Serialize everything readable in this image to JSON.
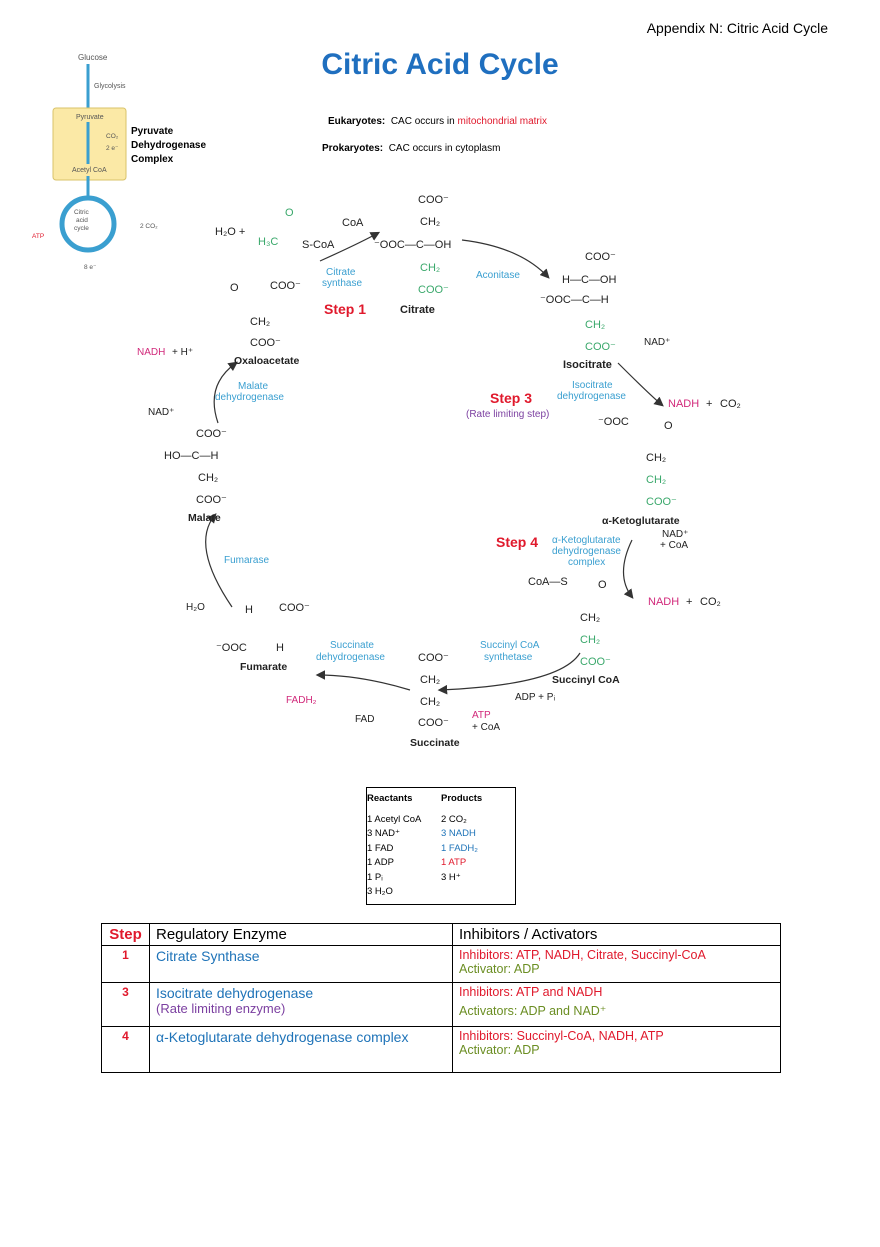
{
  "header": {
    "appendix": "Appendix N: Citric Acid Cycle",
    "title": "Citric Acid Cycle"
  },
  "location": {
    "euk_label": "Eukaryotes:",
    "euk_text": "CAC occurs in ",
    "euk_highlight": "mitochondrial matrix",
    "pro_label": "Prokaryotes:",
    "pro_text": "CAC occurs in cytoplasm"
  },
  "overview": {
    "glucose": "Glucose",
    "glycolysis": "Glycolysis",
    "pyruvate": "Pyruvate",
    "co2": "CO₂",
    "two_e": "2 e⁻",
    "acetyl_coa": "Acetyl CoA",
    "complex_label_1": "Pyruvate",
    "complex_label_2": "Dehydrogenase",
    "complex_label_3": "Complex",
    "cycle_1": "Citric",
    "cycle_2": "acid",
    "cycle_3": "cycle",
    "atp": "ATP",
    "two_co2": "2 CO₂",
    "eight_e": "8 e⁻"
  },
  "steps": {
    "step1": "Step 1",
    "step3": "Step 3",
    "step3_note": "(Rate limiting step)",
    "step4": "Step 4"
  },
  "cycle": {
    "citrate": "Citrate",
    "isocitrate": "Isocitrate",
    "akg": "α-Ketoglutarate",
    "succinyl_coa": "Succinyl CoA",
    "succinate": "Succinate",
    "fumarate": "Fumarate",
    "malate": "Malate",
    "oxaloacetate": "Oxaloacetate",
    "citrate_synthase_1": "Citrate",
    "citrate_synthase_2": "synthase",
    "aconitase": "Aconitase",
    "icdh_1": "Isocitrate",
    "icdh_2": "dehydrogenase",
    "akgdh_1": "α-Ketoglutarate",
    "akgdh_2": "dehydrogenase",
    "akgdh_3": "complex",
    "scs_1": "Succinyl CoA",
    "scs_2": "synthetase",
    "sdh_1": "Succinate",
    "sdh_2": "dehydrogenase",
    "fumarase": "Fumarase",
    "mdh_1": "Malate",
    "mdh_2": "dehydrogenase",
    "h2o_plus": "H₂O  +",
    "h3c": "H₃C",
    "scoa": "S-CoA",
    "coa": "CoA",
    "nad": "NAD⁺",
    "nadh": "NADH",
    "plus": "+",
    "co2": "CO₂",
    "plus_coa": "+  CoA",
    "adp_pi": "ADP  +  Pᵢ",
    "atp": "ATP",
    "fad": "FAD",
    "fadh2": "FADH₂",
    "h2o": "H₂O",
    "h_plus": "+  H⁺"
  },
  "summary": {
    "reactants_header": "Reactants",
    "products_header": "Products",
    "reactants": [
      "1 Acetyl CoA",
      "3 NAD⁺",
      "1 FAD",
      "1 ADP",
      "1 Pᵢ",
      "3 H₂O"
    ],
    "products": [
      "2 CO₂",
      "3 NADH",
      "1 FADH₂",
      "1 ATP",
      "3 H⁺"
    ],
    "product_colors": [
      "#000000",
      "#1e73b8",
      "#1e73b8",
      "#e0192c",
      "#000000"
    ]
  },
  "regulation": {
    "headers": [
      "Step",
      "Regulatory Enzyme",
      "Inhibitors / Activators"
    ],
    "rows": [
      {
        "step": "1",
        "enzyme": "Citrate Synthase",
        "note": "",
        "inhibitors": "Inhibitors:  ATP, NADH, Citrate, Succinyl-CoA",
        "activators": "Activator:  ADP"
      },
      {
        "step": "3",
        "enzyme": "Isocitrate dehydrogenase",
        "note": "(Rate limiting enzyme)",
        "inhibitors": "Inhibitors:  ATP and NADH",
        "activators": "Activators:  ADP and NAD⁺"
      },
      {
        "step": "4",
        "enzyme": "α-Ketoglutarate dehydrogenase complex",
        "note": "",
        "inhibitors": "Inhibitors:  Succinyl-CoA, NADH, ATP",
        "activators": "Activator:  ADP"
      }
    ]
  },
  "colors": {
    "title": "#1f6fbf",
    "step": "#e0192c",
    "enzyme": "#3a9fd0",
    "carbon_added": "#3aa86b",
    "nadh": "#d1287a"
  }
}
